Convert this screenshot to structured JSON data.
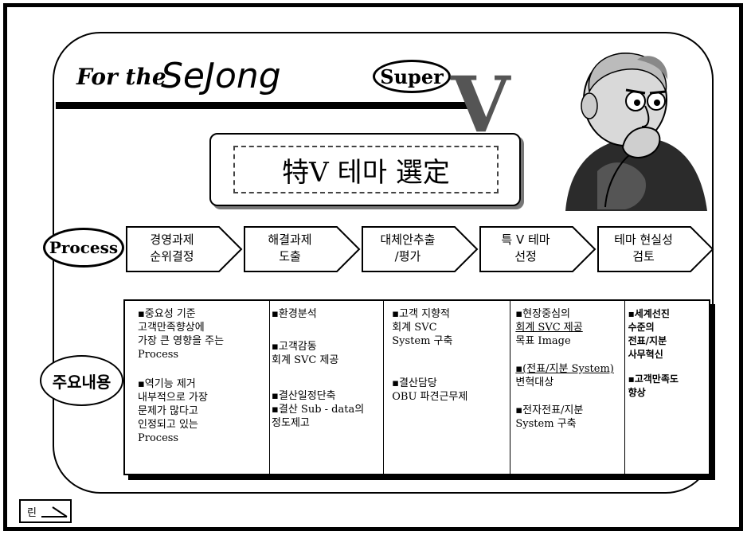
{
  "title": {
    "for_the": "For the",
    "sejong": "SeJong"
  },
  "super_label": "Super",
  "v_letter": "V",
  "theme_title": "特V 테마 選定",
  "process_label": "Process",
  "steps": [
    {
      "label": "경영과제\n순위결정"
    },
    {
      "label": "해결과제\n도출"
    },
    {
      "label": "대체안추출\n/평가"
    },
    {
      "label": "특 V 테마\n선정"
    },
    {
      "label": "테마 현실성\n검토"
    }
  ],
  "content_label": "주요내용",
  "columns": [
    {
      "items": [
        {
          "text": "▪중요성 기준\n 고객만족향상에\n 가장 큰 영향을 주는\n Process"
        },
        {
          "text": "▪역기능 제거\n 내부적으로 가장\n 문제가 많다고\n 인정되고 있는\n Process"
        }
      ]
    },
    {
      "items": [
        {
          "text": "▪환경분석"
        },
        {
          "text": "▪고객감동\n 회계 SVC 제공"
        },
        {
          "text": "▪결산일정단축\n▪결산 Sub - data의\n정도제고"
        }
      ]
    },
    {
      "items": [
        {
          "text": "▪고객 지향적\n 회계 SVC\n System 구축"
        },
        {
          "text": "▪결산담당\n OBU 파견근무제"
        }
      ]
    },
    {
      "items": [
        {
          "text": "▪현장중심의"
        },
        {
          "text": "회계 SVC 제공"
        },
        {
          "text": "목표 Image"
        },
        {
          "text": "▪(전표/지분 System)"
        },
        {
          "text": "변혁대상"
        },
        {
          "text": "▪전자전표/지분\n System 구축"
        }
      ]
    },
    {
      "items": [
        {
          "text": "▪세계선진\n 수준의\n 전표/지분\n 사무혁신"
        },
        {
          "text": "▪고객만족도\n 향상"
        }
      ]
    }
  ],
  "corner_mark": "린"
}
